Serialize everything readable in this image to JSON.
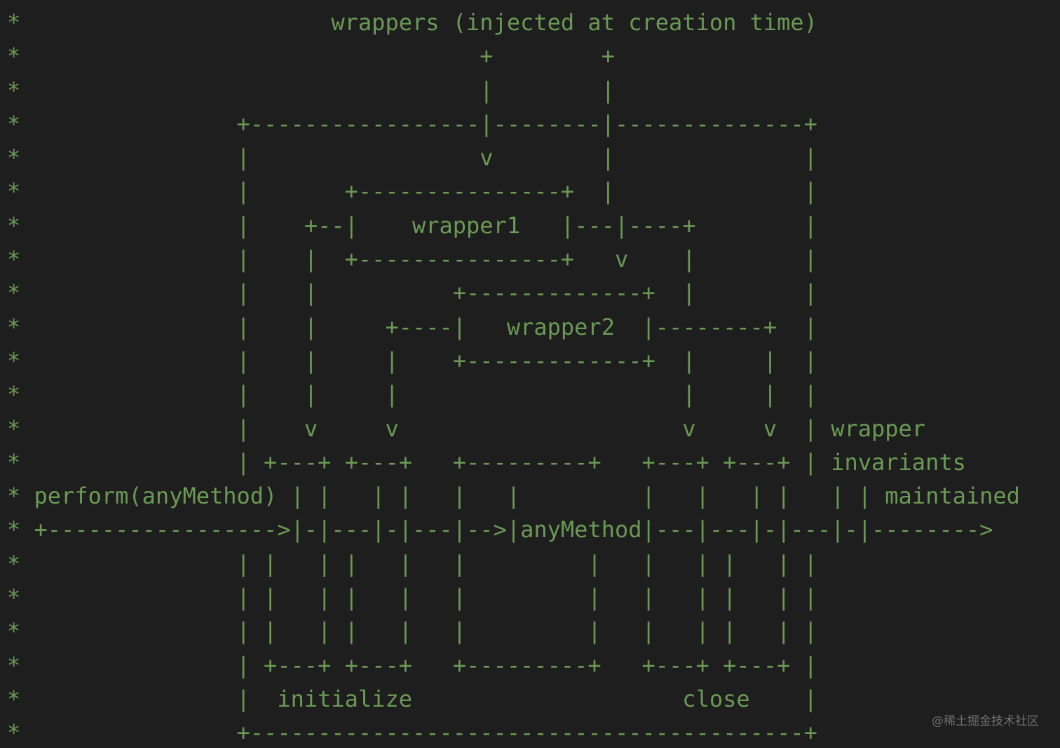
{
  "diagram": {
    "comment_marker": "*",
    "lines": [
      "                      wrappers (injected at creation time)",
      "                                 +        +",
      "                                 |        |",
      "               +-----------------|--------|--------------+",
      "               |                 v        |              |",
      "               |       +---------------+  |              |",
      "               |    +--|    wrapper1   |---|----+        |",
      "               |    |  +---------------+   v    |        |",
      "               |    |          +-------------+  |        |",
      "               |    |     +----|   wrapper2  |--------+  |",
      "               |    |     |    +-------------+  |     |  |",
      "               |    |     |                     |     |  |",
      "               |    v     v                     v     v  | wrapper",
      "               | +---+ +---+   +---------+   +---+ +---+ | invariants",
      "perform(anyMethod) | |   | |   |   |         |   |   | |   | | maintained",
      "+----------------->|-|---|-|---|-->|anyMethod|---|---|-|---|-|-------->",
      "               | |   | |   |   |         |   |   | |   | |",
      "               | |   | |   |   |         |   |   | |   | |",
      "               | |   | |   |   |         |   |   | |   | |",
      "               | +---+ +---+   +---------+   +---+ +---+ |",
      "               |  initialize                    close    |",
      "               +-----------------------------------------+"
    ]
  },
  "watermark": "@稀土掘金技术社区",
  "colors": {
    "background": "#1e1e1e",
    "text": "#6a9955"
  }
}
